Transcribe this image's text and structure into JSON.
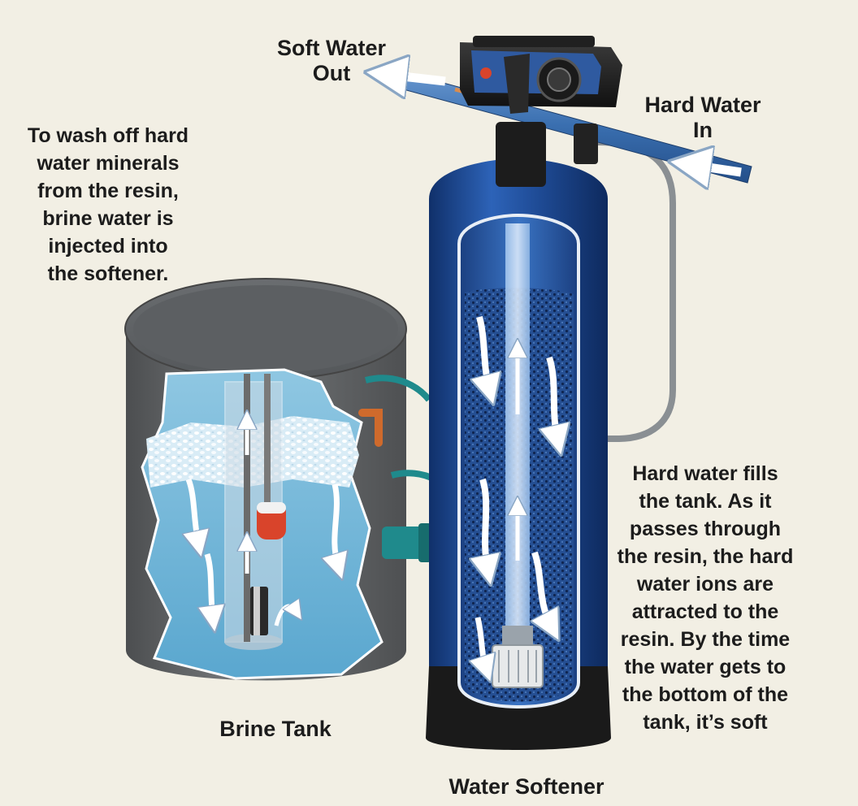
{
  "labels": {
    "soft_water_out": [
      "Soft Water",
      "Out"
    ],
    "hard_water_in": [
      "Hard Water",
      "In"
    ],
    "brine_description": [
      "To wash off hard",
      "water minerals",
      "from the resin,",
      "brine water is",
      "injected into",
      "the softener."
    ],
    "softener_description": [
      "Hard water fills",
      "the tank.  As it",
      "passes through",
      "the resin, the hard",
      "water ions are",
      "attracted to the",
      "resin.  By the time",
      "the water gets to",
      "the bottom of the",
      "tank, it’s soft"
    ],
    "brine_tank": "Brine Tank",
    "water_softener": "Water Softener"
  },
  "colors": {
    "background": "#f2efe4",
    "softener_body": "#1f4c97",
    "softener_base": "#1a1a1a",
    "brine_tank_body": "#5f6163",
    "brine_water": "#6fb4d6",
    "salt": "#eef6fb",
    "pipe": "#3a6fb0",
    "teal_connector": "#1f8a8c",
    "copper_fitting": "#cf6a2c",
    "float": "#d9442b",
    "flow_arrows": "#ffffff"
  }
}
